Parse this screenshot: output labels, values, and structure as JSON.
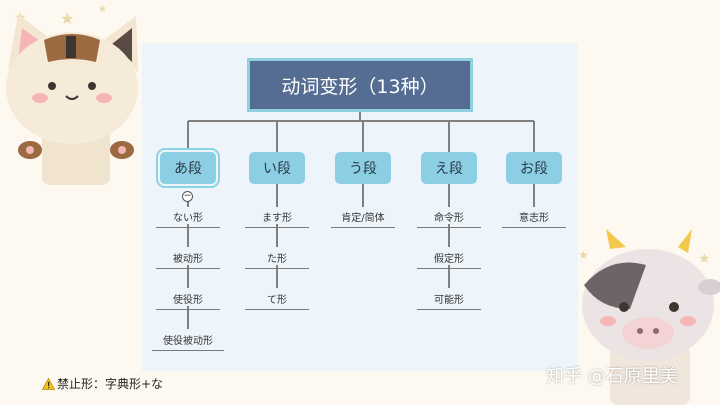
{
  "root": {
    "label": "动词变形（13种）"
  },
  "branches": [
    {
      "label": "あ段",
      "children": [
        "ない形",
        "被动形",
        "使役形",
        "使役被动形"
      ]
    },
    {
      "label": "い段",
      "children": [
        "ます形",
        "た形",
        "て形"
      ]
    },
    {
      "label": "う段",
      "children": [
        "肯定/简体"
      ]
    },
    {
      "label": "え段",
      "children": [
        "命令形",
        "假定形",
        "可能形"
      ]
    },
    {
      "label": "お段",
      "children": [
        "意志形"
      ]
    }
  ],
  "note": {
    "icon": "warning-icon",
    "text": "禁止形：字典形+な"
  },
  "watermark": {
    "text": "知乎 @石原里美"
  },
  "colors": {
    "root_fill": "#556d93",
    "root_border": "#8fd0de",
    "branch_fill": "#8ccfe5",
    "panel": "#edf5fb",
    "background": "#fdf9f0"
  }
}
